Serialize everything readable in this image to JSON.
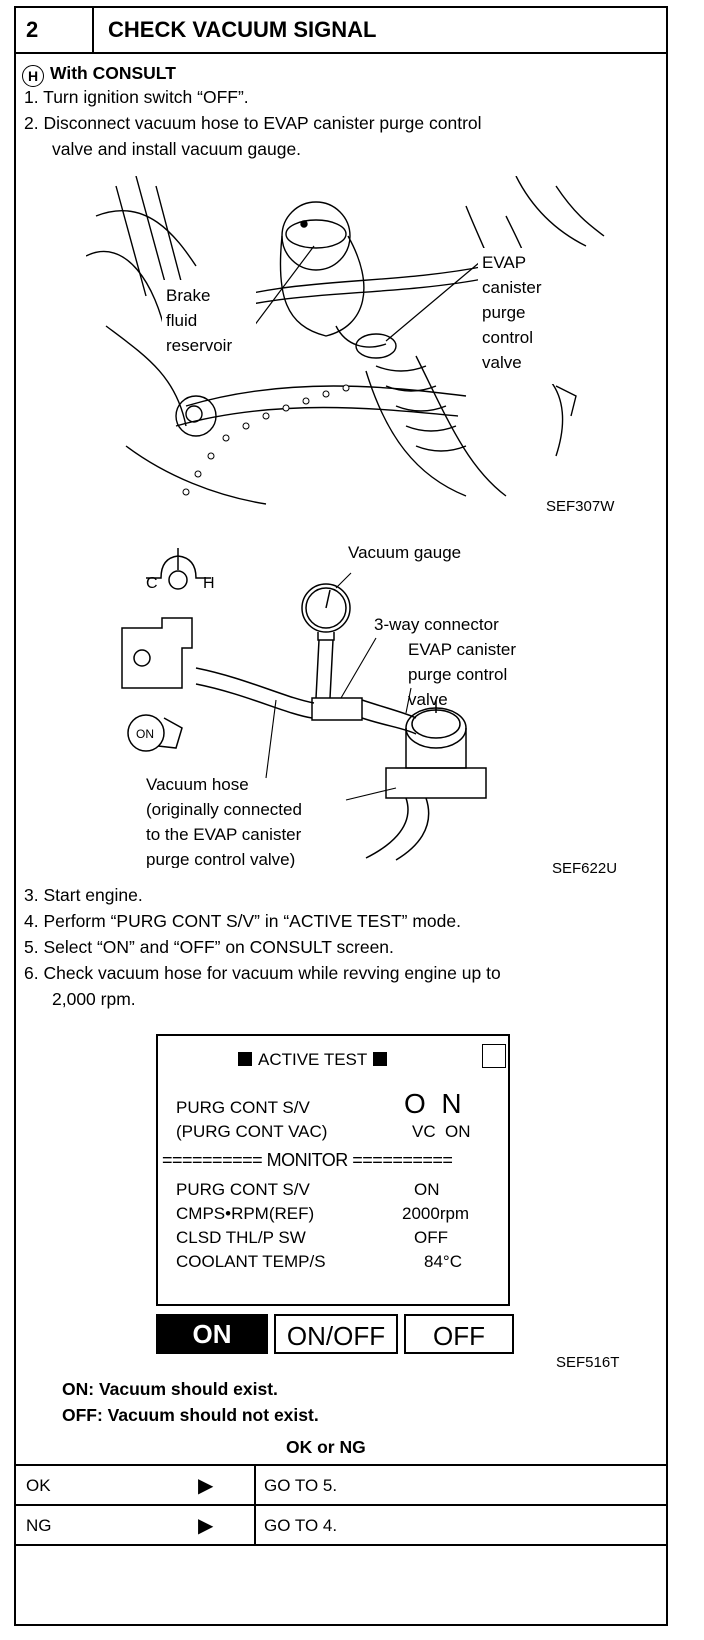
{
  "header": {
    "number": "2",
    "title": "CHECK VACUUM SIGNAL"
  },
  "consult": {
    "icon_letter": "H",
    "label": "With CONSULT"
  },
  "steps_a": [
    {
      "num": "1.",
      "text": "Turn ignition switch “OFF”."
    },
    {
      "num": "2.",
      "text": "Disconnect vacuum hose to EVAP canister purge control"
    },
    {
      "num": "",
      "text": "valve and install vacuum gauge."
    }
  ],
  "figure1": {
    "labels": [
      "Brake",
      "fluid",
      "reservoir",
      "EVAP",
      "canister",
      "purge",
      "control",
      "valve"
    ],
    "code": "SEF307W"
  },
  "figure2": {
    "labels": [
      "Vacuum gauge",
      "3-way connector",
      "EVAP canister",
      "purge control",
      "valve",
      "Vacuum hose",
      "(originally connected",
      "to the EVAP canister",
      "purge control valve)",
      "C",
      "H",
      "ON"
    ],
    "code": "SEF622U"
  },
  "steps_b": [
    {
      "num": "3.",
      "text": "Start engine."
    },
    {
      "num": "4.",
      "text": "Perform “PURG CONT S/V” in “ACTIVE TEST” mode."
    },
    {
      "num": "5.",
      "text": "Select “ON” and “OFF” on CONSULT screen."
    },
    {
      "num": "6.",
      "text": "Check vacuum hose for vacuum while revving engine up to"
    },
    {
      "num": "",
      "text": "2,000 rpm."
    }
  ],
  "screen": {
    "title": "ACTIVE TEST",
    "purg_label": "PURG CONT S/V",
    "purg_value": "O  N",
    "vac_label": "(PURG CONT VAC)",
    "vac_value": "VC  ON",
    "monitor": "========== MONITOR ==========",
    "rows": [
      {
        "label": "PURG CONT S/V",
        "value": "ON"
      },
      {
        "label": "CMPS•RPM(REF)",
        "value": "2000rpm"
      },
      {
        "label": "CLSD THL/P SW",
        "value": "OFF"
      },
      {
        "label": "COOLANT TEMP/S",
        "value": "84°C"
      }
    ],
    "buttons": {
      "on": "ON",
      "onoff": "ON/OFF",
      "off": "OFF"
    },
    "code": "SEF516T"
  },
  "results": {
    "on": "ON: Vacuum should exist.",
    "off": "OFF: Vacuum should not exist.",
    "question": "OK or NG"
  },
  "table": [
    {
      "key": "OK",
      "arrow": "▶",
      "action": "GO TO 5."
    },
    {
      "key": "NG",
      "arrow": "▶",
      "action": "GO TO 4."
    }
  ]
}
